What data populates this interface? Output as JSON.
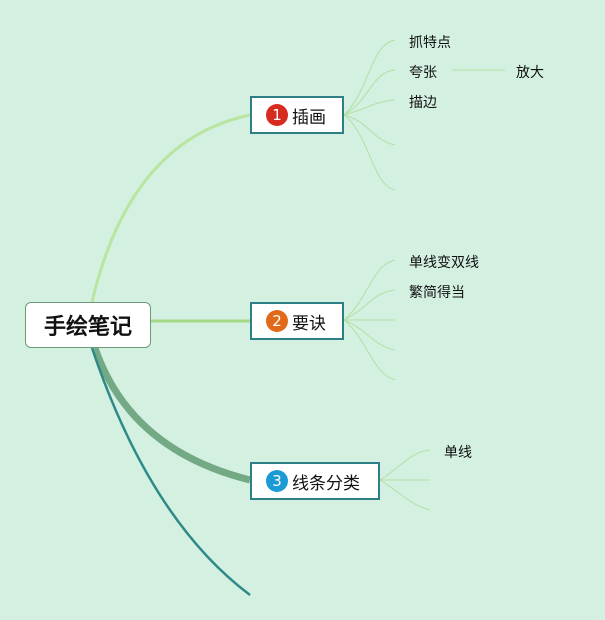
{
  "root": {
    "label": "手绘笔记"
  },
  "branches": [
    {
      "number": "1",
      "label": "插画",
      "badge_color": "#d62b1f",
      "children": [
        "抓特点",
        "夸张",
        "描边"
      ],
      "grandchild": "放大"
    },
    {
      "number": "2",
      "label": "要诀",
      "badge_color": "#e06a1a",
      "children": [
        "单线变双线",
        "繁简得当"
      ]
    },
    {
      "number": "3",
      "label": "线条分类",
      "badge_color": "#1b9ad6",
      "children": [
        "单线"
      ]
    }
  ],
  "colors": {
    "background": "#d3f0e1",
    "branch1_link": "#b8e5a0",
    "branch2_link": "#a5d987",
    "branch3_link": "#74a985",
    "extra_link": "#2e8a88",
    "leaf_link": "#b4dfa4",
    "node_border": "#2f7f86"
  }
}
